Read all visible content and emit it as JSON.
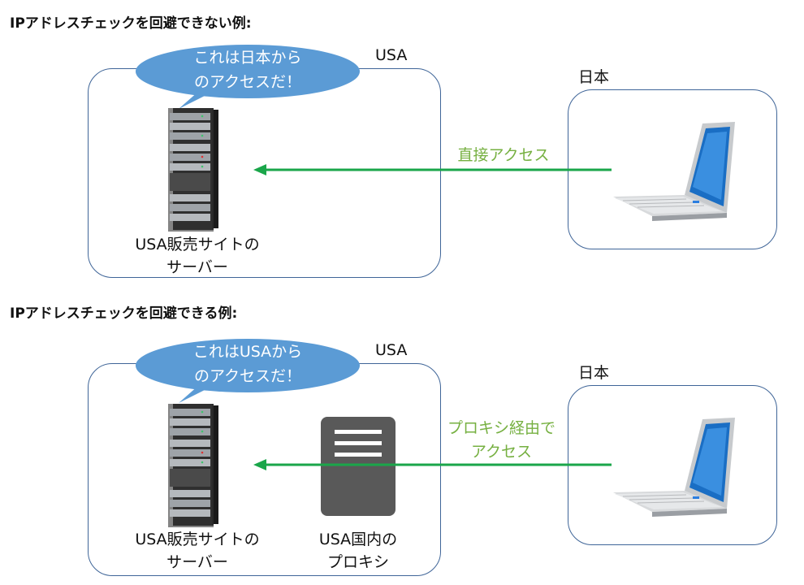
{
  "section1": {
    "heading": "IPアドレスチェックを回避できない例:",
    "usa_region_label": "USA",
    "japan_region_label": "日本",
    "bubble_line1": "これは日本から",
    "bubble_line2": "のアクセスだ！",
    "arrow_label": "直接アクセス",
    "server_label_line1": "USA販売サイトの",
    "server_label_line2": "サーバー"
  },
  "section2": {
    "heading": "IPアドレスチェックを回避できる例:",
    "usa_region_label": "USA",
    "japan_region_label": "日本",
    "bubble_line1": "これはUSAから",
    "bubble_line2": "のアクセスだ！",
    "arrow_label_line1": "プロキシ経由で",
    "arrow_label_line2": "アクセス",
    "server_label_line1": "USA販売サイトの",
    "server_label_line2": "サーバー",
    "proxy_label_line1": "USA国内の",
    "proxy_label_line2": "プロキシ"
  },
  "colors": {
    "region_border": "#3f6598",
    "bubble_fill": "#5b9bd5",
    "arrow": "#1aa64a",
    "arrow_label": "#76b041",
    "proxy_fill": "#595959"
  },
  "icons": [
    "server-rack-icon",
    "laptop-icon",
    "proxy-server-icon",
    "arrow-left-icon",
    "speech-bubble"
  ]
}
